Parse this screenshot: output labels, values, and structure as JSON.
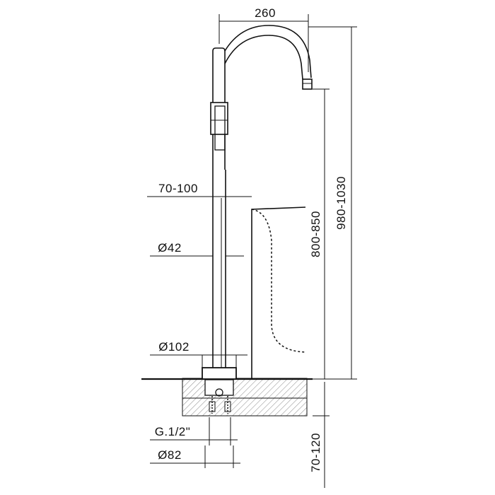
{
  "drawing": {
    "dimensions": {
      "spout_reach": "260",
      "total_height": "980-1030",
      "spout_above_floor": "800-850",
      "column_offset": "70-100",
      "column_diameter": "Ø42",
      "base_diameter": "Ø102",
      "thread": "G.1/2\"",
      "body_diameter": "Ø82",
      "recess_depth": "70-120"
    },
    "colors": {
      "line": "#111111",
      "hatch": "#333333",
      "background": "#ffffff"
    }
  }
}
